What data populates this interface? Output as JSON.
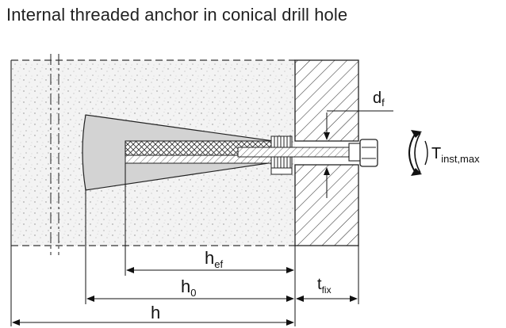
{
  "title": "Internal threaded anchor in conical drill hole",
  "labels": {
    "df_main": "d",
    "df_sub": "f",
    "tinst_main": "T",
    "tinst_sub": "inst,max",
    "hef_main": "h",
    "hef_sub": "ef",
    "h0_main": "h",
    "h0_sub": "0",
    "tfix_main": "t",
    "tfix_sub": "fix",
    "h": "h"
  },
  "colors": {
    "concrete_fill": "#f2f2f2",
    "anchor_fill": "#d4d4d4",
    "line": "#1a1a1a",
    "text": "#111111"
  },
  "icons": {
    "torque": "torque-rotation-icon"
  }
}
